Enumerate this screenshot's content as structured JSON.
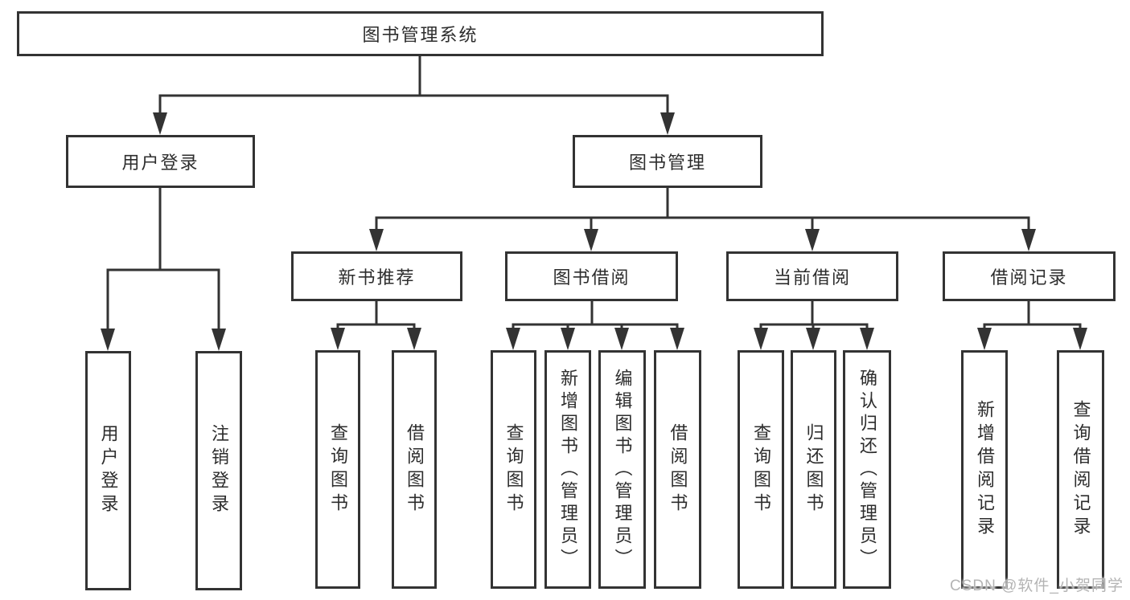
{
  "tree": {
    "root": {
      "label": "图书管理系统",
      "children": [
        {
          "label": "用户登录",
          "children": [
            {
              "label": "用户登录"
            },
            {
              "label": "注销登录"
            }
          ]
        },
        {
          "label": "图书管理",
          "children": [
            {
              "label": "新书推荐",
              "children": [
                {
                  "label": "查询图书"
                },
                {
                  "label": "借阅图书"
                }
              ]
            },
            {
              "label": "图书借阅",
              "children": [
                {
                  "label": "查询图书"
                },
                {
                  "label": "新增图书（管理员）"
                },
                {
                  "label": "编辑图书（管理员）"
                },
                {
                  "label": "借阅图书"
                }
              ]
            },
            {
              "label": "当前借阅",
              "children": [
                {
                  "label": "查询图书"
                },
                {
                  "label": "归还图书"
                },
                {
                  "label": "确认归还（管理员）"
                }
              ]
            },
            {
              "label": "借阅记录",
              "children": [
                {
                  "label": "新增借阅记录"
                },
                {
                  "label": "查询借阅记录"
                }
              ]
            }
          ]
        }
      ]
    }
  },
  "watermark": "CSDN @软件_小贺同学",
  "colors": {
    "line": "#333333",
    "text": "#2d2d2d",
    "watermark": "#b4b4b4",
    "background": "#ffffff"
  }
}
